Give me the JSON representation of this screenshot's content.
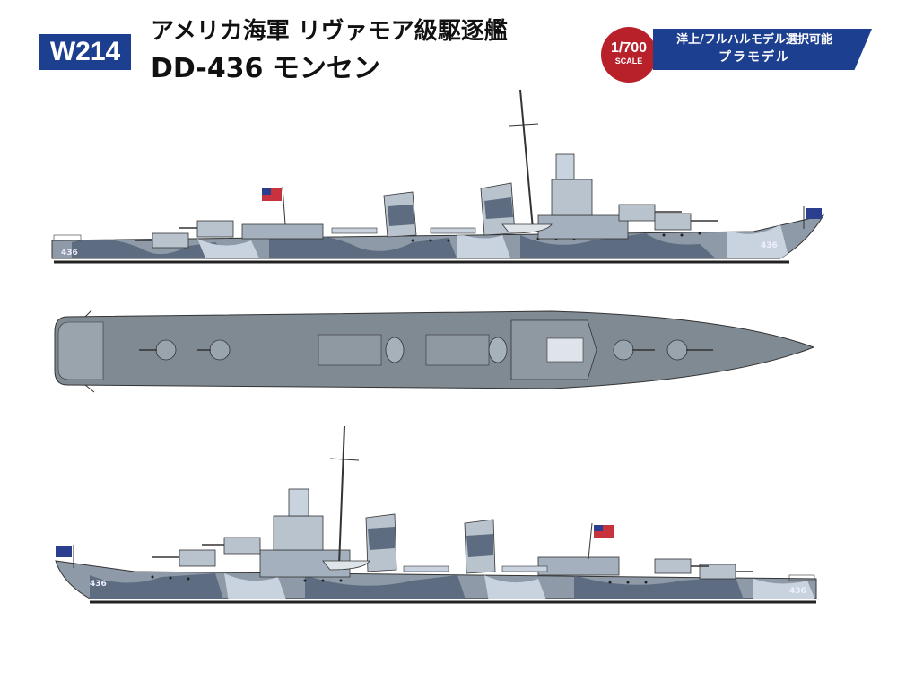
{
  "header": {
    "product_code": "W214",
    "title_line1": "アメリカ海軍 リヴァモア級駆逐艦",
    "title_line2": "DD-436 モンセン",
    "scale": "1/700",
    "scale_caption": "SCALE",
    "feature_line1": "洋上/フルハルモデル選択可能",
    "feature_line2": "プラモデル"
  },
  "ship_hull_number": "436",
  "colors": {
    "badge_blue": "#1c3f8f",
    "scale_red": "#b8202a",
    "hull_grey": "#8e9aa8",
    "camo_dark": "#5d6c80",
    "camo_light": "#c9d3df",
    "deck_grey": "#7f8a93"
  }
}
